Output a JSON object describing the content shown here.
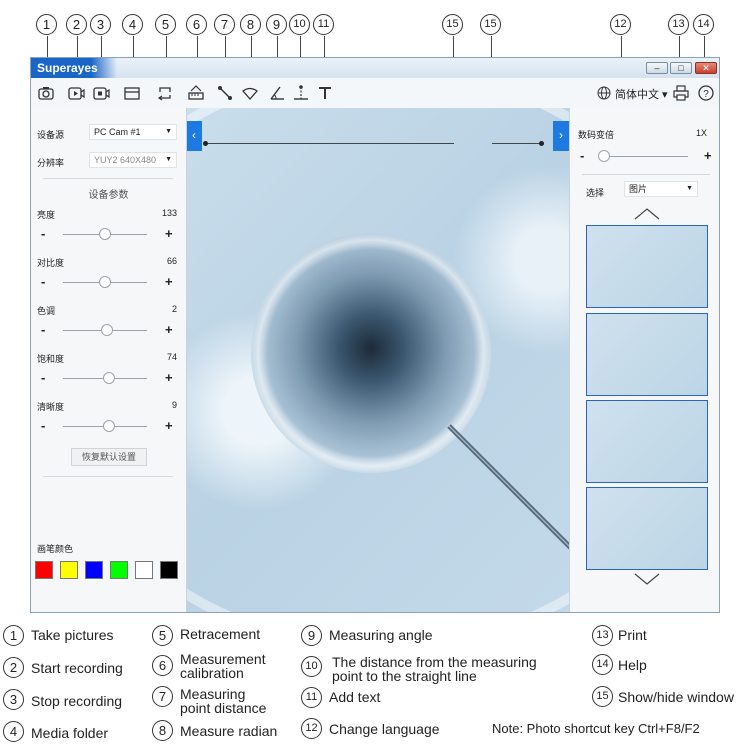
{
  "callouts": {
    "n1": "1",
    "n2": "2",
    "n3": "3",
    "n4": "4",
    "n5": "5",
    "n6": "6",
    "n7": "7",
    "n8": "8",
    "n9": "9",
    "n10": "10",
    "n11": "11",
    "n12": "12",
    "n13": "13",
    "n14": "14",
    "n15": "15"
  },
  "window": {
    "app_title": "Superayes",
    "language": "简体中文",
    "colors": {
      "accent": "#1d7ae0",
      "title_blue": "#1a66c8",
      "thumb_border": "#2b63c0"
    },
    "icons": [
      "camera-icon",
      "record-icon",
      "stop-record-icon",
      "folder-icon",
      "retrace-icon",
      "calibration-icon",
      "point-distance-icon",
      "radian-icon",
      "angle-icon",
      "line-distance-icon",
      "text-icon",
      "globe-icon",
      "print-icon",
      "help-icon"
    ]
  },
  "left_panel": {
    "device_source_label": "设备源",
    "device_source_value": "PC Cam #1",
    "resolution_label": "分辨率",
    "resolution_value": "YUY2 640X480",
    "section_title": "设备参数",
    "params": [
      {
        "label": "亮度",
        "value": "133",
        "level": 0.5
      },
      {
        "label": "对比度",
        "value": "66",
        "level": 0.5
      },
      {
        "label": "色调",
        "value": "2",
        "level": 0.52
      },
      {
        "label": "饱和度",
        "value": "74",
        "level": 0.55
      },
      {
        "label": "清晰度",
        "value": "9",
        "level": 0.55
      }
    ],
    "reset_button": "恢复默认设置",
    "pen_color_label": "画笔颜色",
    "swatches": [
      "#ff0000",
      "#ffff00",
      "#0000ff",
      "#00ff00",
      "#ffffff",
      "#000000"
    ]
  },
  "right_panel": {
    "zoom_label": "数码变倍",
    "zoom_value": "1X",
    "select_label": "选择",
    "select_value": "图片",
    "thumbnail_count": 4
  },
  "legend": {
    "item1": "Take pictures",
    "item2": "Start recording",
    "item3": "Stop recording",
    "item4": "Media folder",
    "item5": "Retracement",
    "item6_line1": "Measurement",
    "item6_line2": "calibration",
    "item7_line1": "Measuring",
    "item7_line2": "point distance",
    "item8": "Measure radian",
    "item9": "Measuring angle",
    "item10_line1": "The distance from the measuring",
    "item10_line2": "point to the straight line",
    "item11": "Add text",
    "item12": "Change language",
    "item13": "Print",
    "item14": "Help",
    "item15": "Show/hide window",
    "note": "Note: Photo shortcut key Ctrl+F8/F2"
  }
}
